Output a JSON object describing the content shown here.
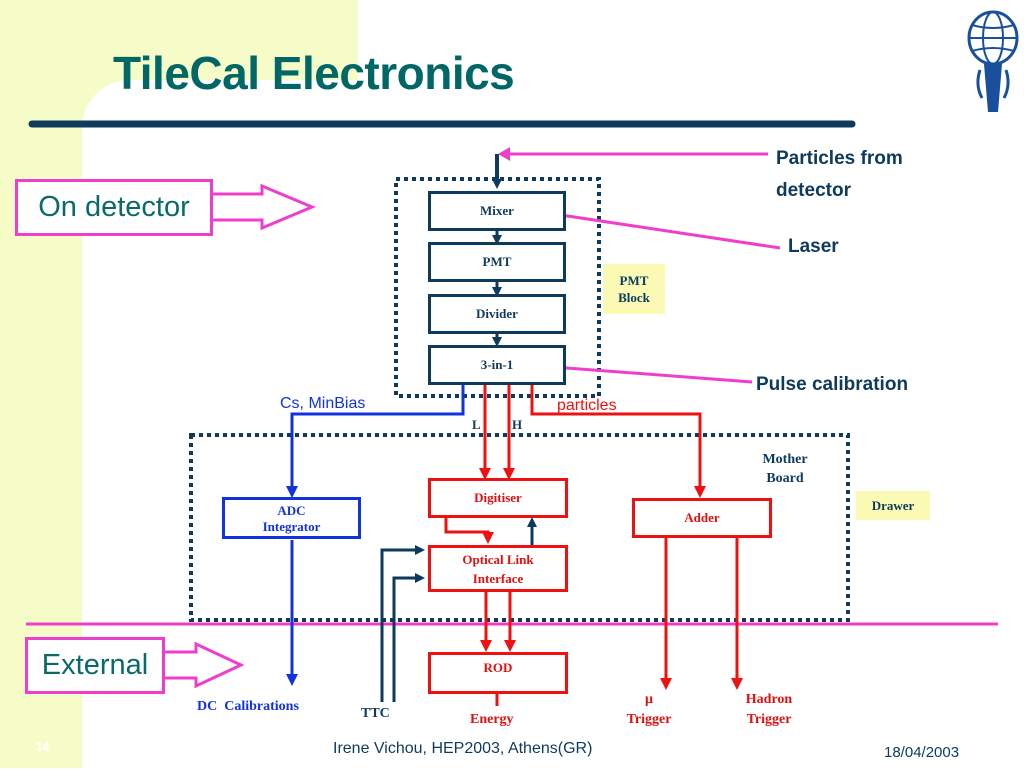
{
  "slide": {
    "title": "TileCal Electronics",
    "page_number": "14",
    "footer_center": "Irene Vichou, HEP2003, Athens(GR)",
    "footer_right": "18/04/2003",
    "logo_icon": "atlas-globe-figure"
  },
  "regions": {
    "on_detector": "On detector",
    "external": "External"
  },
  "labels": {
    "particles_from": "Particles from",
    "detector": "detector",
    "laser": "Laser",
    "pulse_calibration": "Pulse calibration",
    "cs_minbias": "Cs, MinBias",
    "particles": "particles",
    "low": "L",
    "high": "H",
    "mother_board_1": "Mother",
    "mother_board_2": "Board",
    "pmt_block_1": "PMT",
    "pmt_block_2": "Block",
    "drawer": "Drawer",
    "ttc": "TTC",
    "dc_calibrations": "DC  Calibrations",
    "energy": "Energy",
    "mu_trigger_1": "μ",
    "mu_trigger_2": "Trigger",
    "hadron_trigger_1": "Hadron",
    "hadron_trigger_2": "Trigger"
  },
  "blocks": {
    "mixer": "Mixer",
    "pmt": "PMT",
    "divider": "Divider",
    "three_in_one": "3-in-1",
    "adc_integrator_1": "ADC",
    "adc_integrator_2": "Integrator",
    "digitiser": "Digitiser",
    "optical_link_1": "Optical Link",
    "optical_link_2": "Interface",
    "adder": "Adder",
    "rod": "ROD"
  },
  "colors": {
    "title": "#006666",
    "dark_blue": "#0e3a5c",
    "blue": "#1133dd",
    "red": "#ee1111",
    "magenta": "#ee3fcc",
    "sidebar": "#f6fcc8"
  }
}
